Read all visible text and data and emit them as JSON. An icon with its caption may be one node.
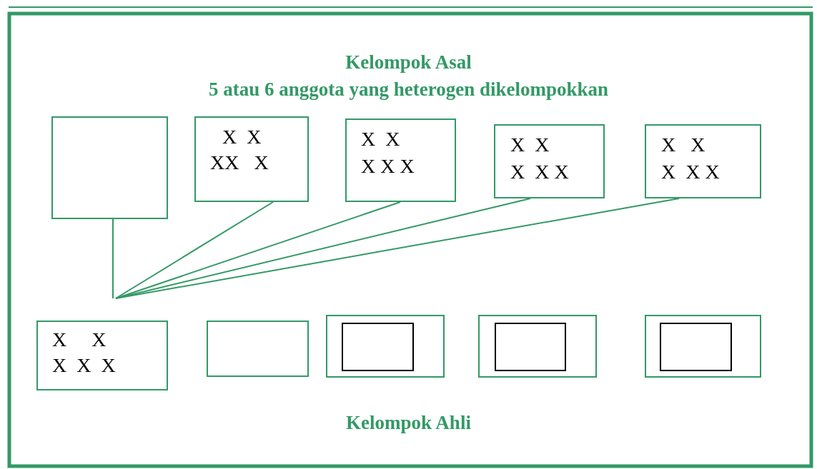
{
  "diagram": {
    "title": "Kelompok Asal",
    "nodes": [
      {
        "text": [],
        "shape": "box"
      },
      {
        "text": [
          "X  X",
          "XX   X"
        ]
      },
      {
        "text": [
          "X  X",
          "X X X"
        ]
      },
      {
        "text": [
          "X  X",
          "X  X X"
        ]
      },
      {
        "text": [
          "X   X",
          "X  X X"
        ]
      },
      {
        "text": [
          "X     X",
          "X  X  X"
        ]
      },
      {
        "text": [],
        "shape": "box"
      },
      {
        "text": [],
        "shape": "box"
      },
      {
        "text": [],
        "shape": "box",
        "in": 7
      },
      {
        "text": [],
        "shape": "box"
      },
      {
        "text": [],
        "shape": "box",
        "in": 9
      },
      {
        "text": [],
        "shape": "box"
      },
      {
        "text": [],
        "shape": "box",
        "in": 11
      }
    ],
    "edges": [
      {
        "from": 0,
        "to": null,
        "arrow": "none"
      },
      {
        "from": 1,
        "to": null,
        "arrow": "none"
      },
      {
        "from": 2,
        "to": null,
        "arrow": "none"
      },
      {
        "from": 3,
        "to": null,
        "arrow": "none"
      },
      {
        "from": 4,
        "to": null,
        "arrow": "none"
      }
    ],
    "labels": [
      "5 atau 6 anggota yang heterogen dikelompokkan",
      "Kelompok Ahli"
    ]
  }
}
